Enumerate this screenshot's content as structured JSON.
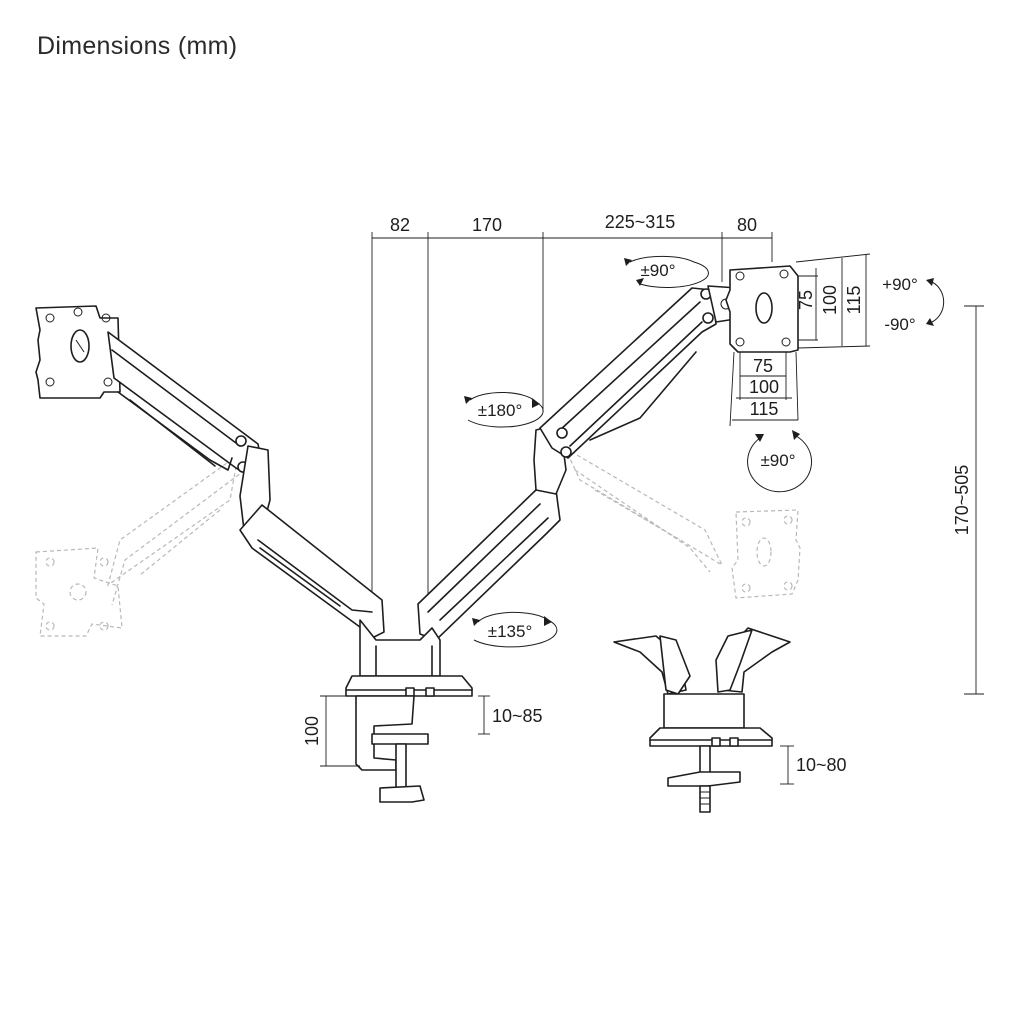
{
  "title": "Dimensions (mm)",
  "dims": {
    "top_a": "82",
    "top_b": "170",
    "top_c": "225~315",
    "top_d": "80",
    "vesa_h_75": "75",
    "vesa_h_100": "100",
    "vesa_h_115": "115",
    "vesa_w_75": "75",
    "vesa_w_100": "100",
    "vesa_w_115": "115",
    "height_range": "170~505",
    "clamp_height": "100",
    "clamp_range": "10~85",
    "grommet_range": "10~80"
  },
  "rotations": {
    "head_swivel": "±90°",
    "tilt_up": "+90°",
    "tilt_down": "-90°",
    "rotate": "±90°",
    "arm_swivel": "±180°",
    "base_swivel": "±135°"
  }
}
